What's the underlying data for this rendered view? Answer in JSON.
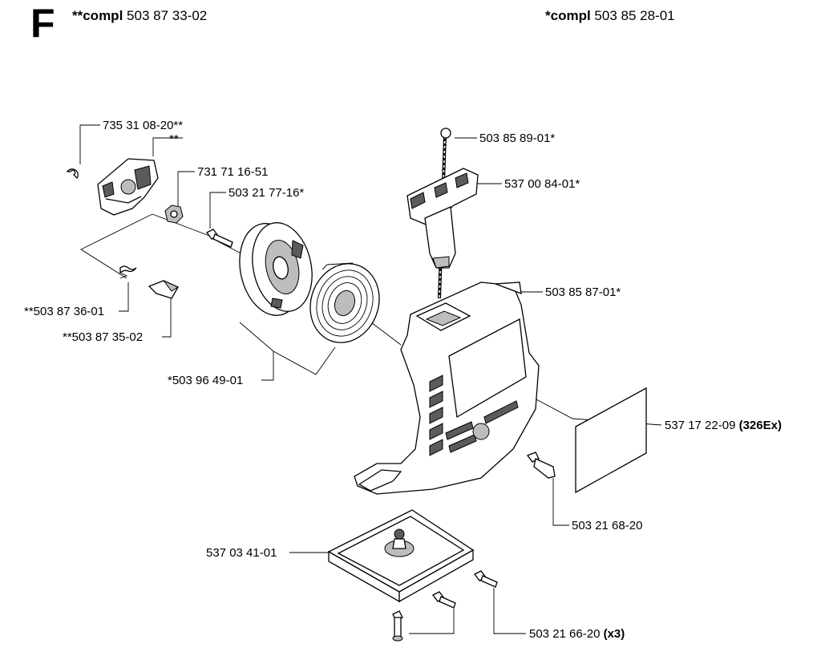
{
  "section": "F",
  "header": {
    "left": {
      "prefix": "**compl",
      "number": "503 87 33-02"
    },
    "right": {
      "prefix": "*compl",
      "number": "503 85 28-01"
    }
  },
  "parts": {
    "p735310820": "735 31 08-20**",
    "pawl_cover_mark": "**",
    "p731711651": "731 71 16-51",
    "p503217716": "503 21 77-16*",
    "p503873601": "**503 87 36-01",
    "p503873502": "**503 87 35-02",
    "p503964901": "*503 96 49-01",
    "p503858901": "503 85 89-01*",
    "p537008401": "537 00 84-01*",
    "p503858701": "503 85 87-01*",
    "p537172209": {
      "number": "537 17 22-09",
      "note": "(326Ex)"
    },
    "p503216820": "503 21 68-20",
    "p537034101": "537 03 41-01",
    "p503216620": {
      "number": "503 21 66-20",
      "note": "(x3)"
    }
  }
}
